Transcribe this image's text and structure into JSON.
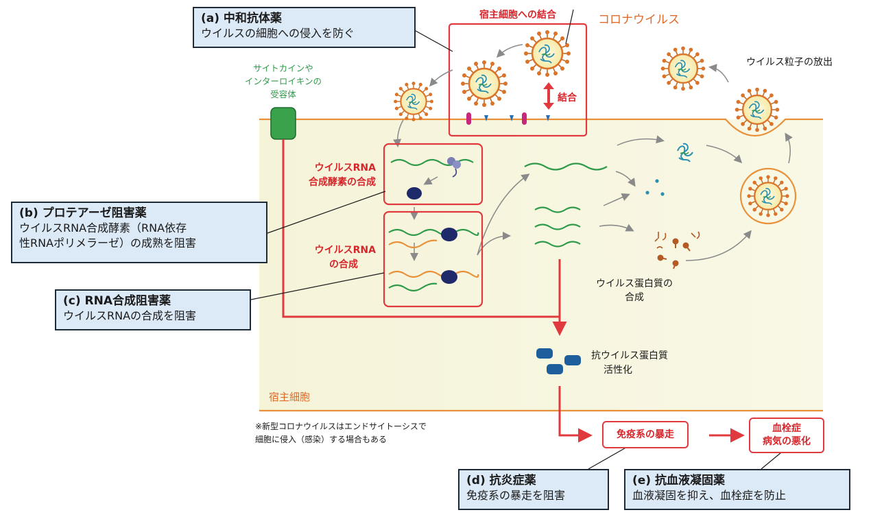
{
  "boxes": {
    "a": {
      "title": "(a) 中和抗体薬",
      "desc": "ウイルスの細胞への侵入を防ぐ"
    },
    "b": {
      "title": "(b) プロテアーゼ阻害薬",
      "desc1": "ウイルスRNA合成酵素（RNA依存",
      "desc2": "性RNAポリメラーゼ）の成熟を阻害"
    },
    "c": {
      "title": "(c) RNA合成阻害薬",
      "desc": "ウイルスRNAの合成を阻害"
    },
    "d": {
      "title": "(d) 抗炎症薬",
      "desc": "免疫系の暴走を阻害"
    },
    "e": {
      "title": "(e) 抗血液凝固薬",
      "desc": "血液凝固を抑え、血栓症を防止"
    }
  },
  "labels": {
    "host_binding": "宿主細胞への結合",
    "coronavirus": "コロナウイルス",
    "binding": "結合",
    "receptor_line1": "サイトカインや",
    "receptor_line2": "インターロイキンの",
    "receptor_line3": "受容体",
    "release": "ウイルス粒子の放出",
    "rna_polymerase_line1": "ウイルスRNA",
    "rna_polymerase_line2": "合成酵素の合成",
    "rna_synth_line1": "ウイルスRNA",
    "rna_synth_line2": "の合成",
    "protein_synth_line1": "ウイルス蛋白質の",
    "protein_synth_line2": "合成",
    "antiviral_line1": "抗ウイルス蛋白質",
    "antiviral_line2": "活性化",
    "host_cell": "宿主細胞",
    "note_line1": "※新型コロナウイルスはエンドサイトーシスで",
    "note_line2": "細胞に侵入（感染）する場合もある",
    "immune": "免疫系の暴走",
    "thrombosis_line1": "血栓症",
    "thrombosis_line2": "病気の悪化"
  },
  "colors": {
    "red": "#e03a3e",
    "membrane": "#e8913a",
    "cell_fill": "#f6f4dc",
    "rna_green": "#2f9a4a",
    "rna_orange": "#e8913a",
    "enzyme": "#1f2a6b",
    "receptor": "#3aa24a",
    "antiviral_protein": "#1f5e9c",
    "box_fill": "#dce9f6"
  }
}
